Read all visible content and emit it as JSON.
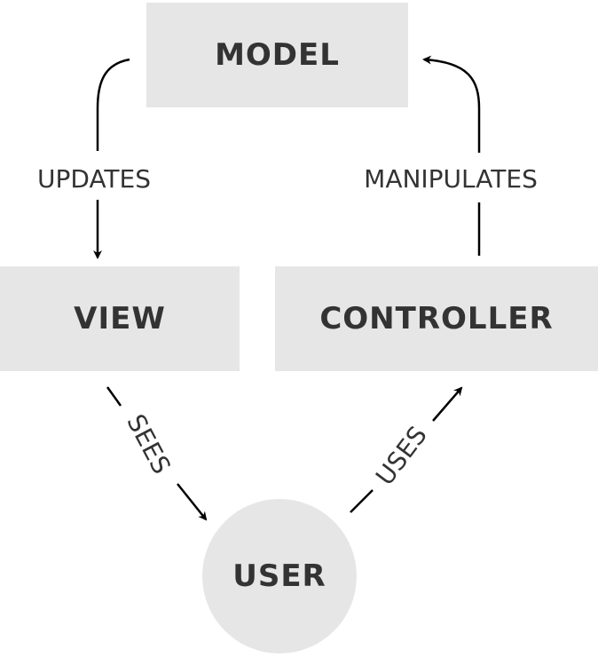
{
  "nodes": {
    "model": "MODEL",
    "view": "VIEW",
    "controller": "CONTROLLER",
    "user": "USER"
  },
  "edges": {
    "updates": "UPDATES",
    "manipulates": "MANIPULATES",
    "sees": "SEES",
    "uses": "USES"
  },
  "colors": {
    "node_fill": "#e6e6e6",
    "text": "#333333",
    "stroke": "#000000"
  }
}
